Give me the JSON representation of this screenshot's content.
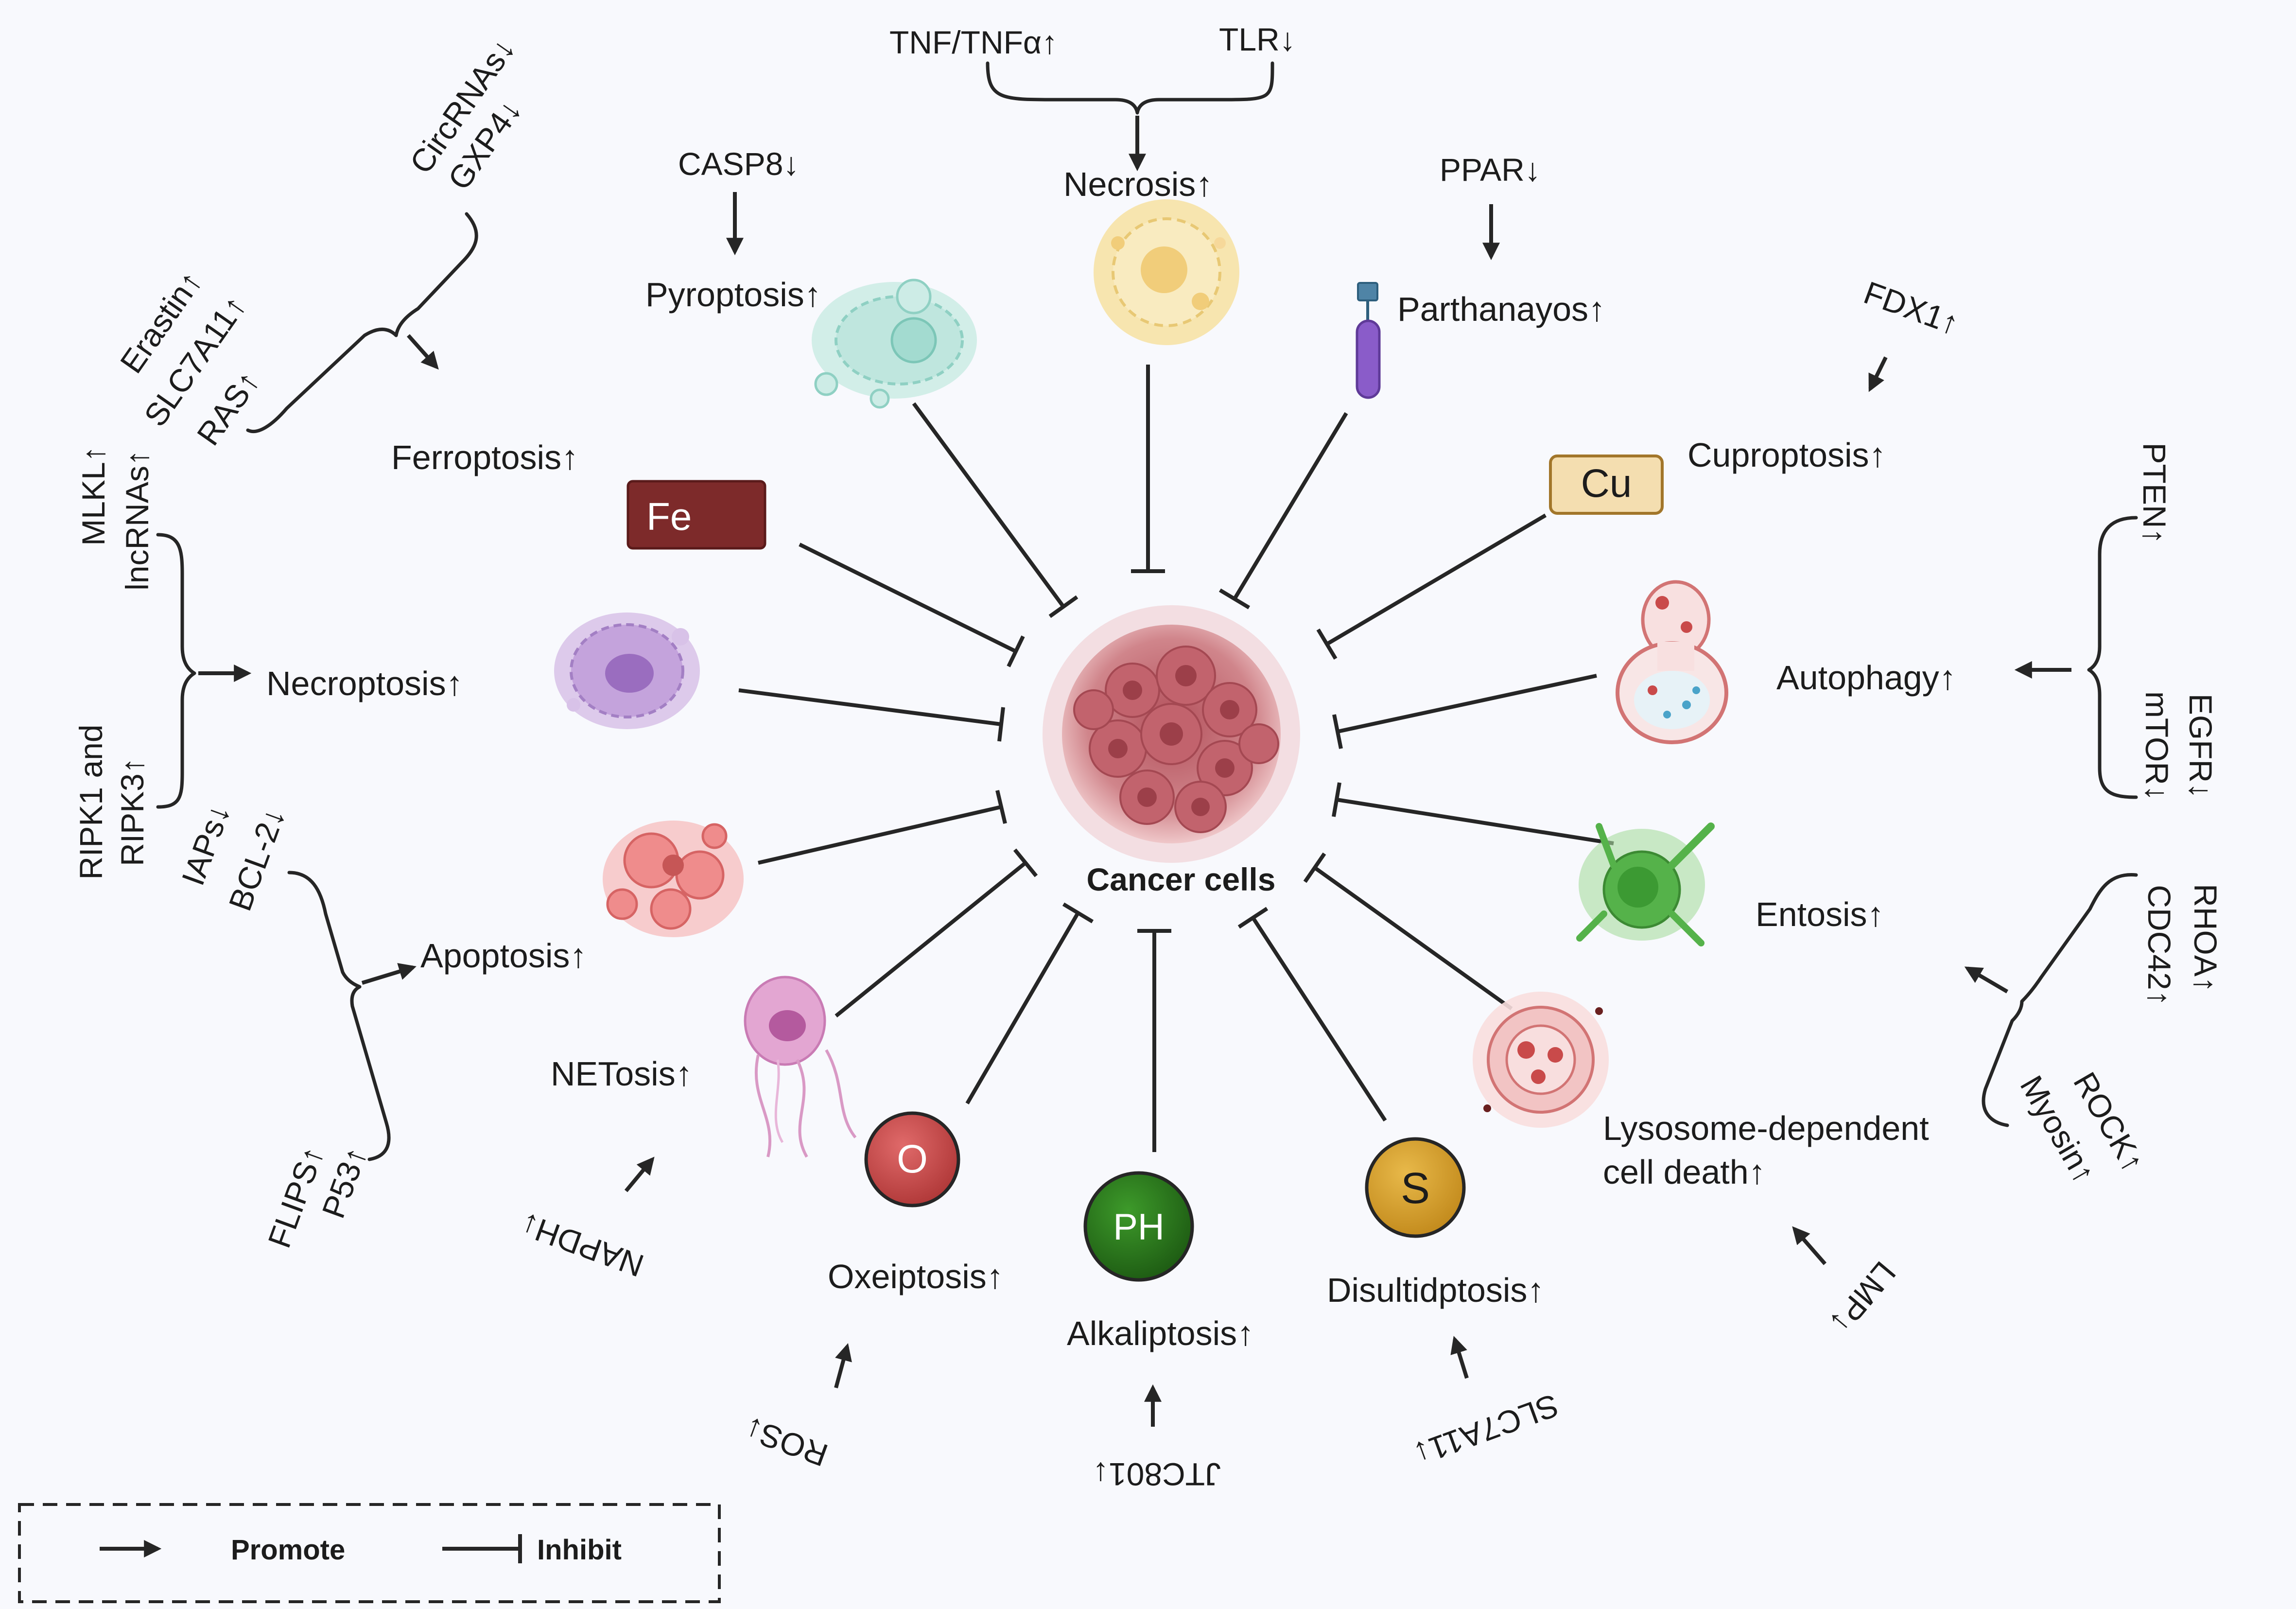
{
  "colors": {
    "background": "#f8f9fd",
    "ink": "#262626",
    "fe_box": "#7d2a2a",
    "cu_box": "#f4deb0",
    "oxygen": "#cb4a4a",
    "ph": "#2b7a1e",
    "sulfur": "#d4a22e",
    "tumor": "#c96a72",
    "pyroptosis_cell": "#a8ddd4",
    "necrosis_cell": "#f6e2a6",
    "necroptosis_cell": "#b993cf",
    "apoptosis_cell": "#ef8c8c",
    "netosis_cell": "#e3a6d2",
    "entosis_cell": "#55b24a",
    "lysosome": "#e48a8a",
    "parthanatos_protein": "#8a5cc9"
  },
  "center": {
    "label": "Cancer cells"
  },
  "atoms": {
    "fe": "Fe",
    "cu": "Cu",
    "o": "O",
    "ph": "PH",
    "s": "S"
  },
  "processes": {
    "ferroptosis": "Ferroptosis↑",
    "pyroptosis": "Pyroptosis↑",
    "necrosis": "Necrosis↑",
    "parthanatos": "Parthanayos↑",
    "cuproptosis": "Cuproptosis↑",
    "necroptosis": "Necroptosis↑",
    "autophagy": "Autophagy↑",
    "apoptosis": "Apoptosis↑",
    "entosis": "Entosis↑",
    "netosis": "NETosis↑",
    "lysosome_line1": "Lysosome-dependent",
    "lysosome_line2": "cell death↑",
    "oxeiptosis": "Oxeiptosis↑",
    "alkaliptosis": "Alkaliptosis↑",
    "disulfidptosis": "Disultidptosis↑"
  },
  "regulators": {
    "tnf": "TNF/TNFα↑",
    "tlr": "TLR↓",
    "casp8": "CASP8↓",
    "ppar": "PPAR↓",
    "fdx1": "FDX1↑",
    "circrnas": "CircRNAs↓",
    "gxp4": "GXP4↓",
    "erastin": "Erastin↑",
    "slc7a11_up": "SLC7A11↑",
    "ras": "RAS↑",
    "mlkl": "MLKL↑",
    "lncrnas": "lncRNAs↑",
    "ripk1": "RIPK1 and",
    "ripk3": "RIPK3↑",
    "iaps": "IAPs↓",
    "bcl2": "BCL-2↓",
    "flips": "FLIPS↑",
    "p53": "P53↑",
    "napdh": "NAPDH↓",
    "pten": "PTEN↑",
    "egfr": "EGFR↓",
    "mtor": "mTOR↓",
    "rhoa": "RHOA↑",
    "cdc42": "CDC42↑",
    "rock": "ROCK↑",
    "myosin": "Myosin↑",
    "lmp": "LMP↓",
    "ros": "ROS↓",
    "jtc801": "JTC801↓",
    "slc7a11_down": "SLC7A11↓"
  },
  "legend": {
    "promote": "Promote",
    "inhibit": "Inhibit"
  }
}
